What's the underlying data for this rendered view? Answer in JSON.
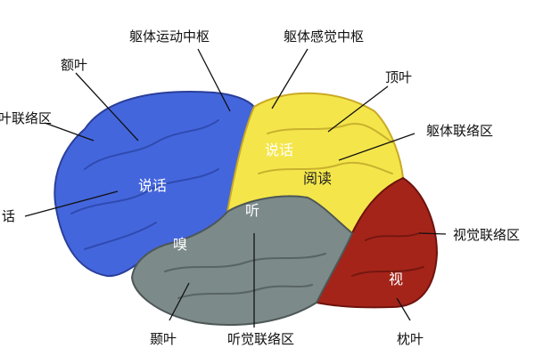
{
  "colors": {
    "frontal": "#4466dd",
    "parietal": "#f4e64a",
    "occipital": "#a5241a",
    "temporal": "#7c8a8a",
    "leader": "#111111"
  },
  "labels": {
    "motor_cortex": "躯体运动中枢",
    "sensory_cortex": "躯体感觉中枢",
    "frontal_lobe": "额叶",
    "parietal_lobe": "顶叶",
    "frontal_assoc": "叶联络区",
    "somatic_assoc": "躯体联络区",
    "speech_left": "话",
    "visual_assoc": "视觉联络区",
    "temporal_lobe": "颞叶",
    "auditory_assoc": "听觉联络区",
    "occipital_lobe": "枕叶"
  },
  "regions": {
    "speech_frontal": "说话",
    "speech_parietal": "说话",
    "reading": "阅读",
    "hearing": "听",
    "smell": "嗅",
    "vision": "视"
  }
}
